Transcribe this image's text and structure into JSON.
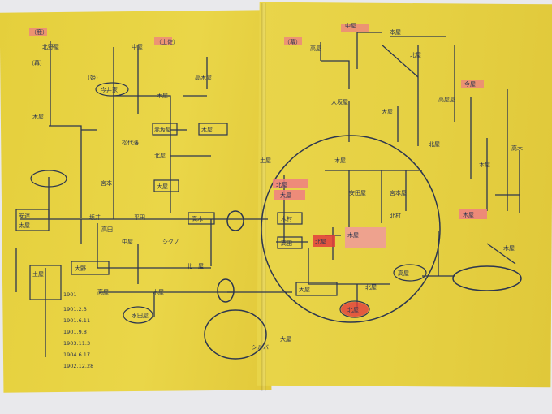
{
  "colors": {
    "paper": "#e8d34a",
    "ink": "#2c3650",
    "pink": "#ef8b8f",
    "red": "#e23d3d"
  },
  "labels": {
    "l1": "（鹿）",
    "l2": "北野屋",
    "l3": "（土佐）",
    "l4": "（幕）",
    "l5": "（姫）",
    "l6": "中屋",
    "l7": "（幕）",
    "l8": "今井家",
    "l9": "高木屋",
    "l10": "木屋",
    "l11": "木屋",
    "l12": "松代藩",
    "l13": "赤坂屋",
    "l14": "木屋",
    "l15": "北屋",
    "l16": "宮本",
    "l17": "大屋",
    "l18": "安達",
    "l19": "太屋",
    "l20": "坂井",
    "l21": "平田",
    "l22": "高木",
    "l23": "高田",
    "l24": "中屋",
    "l25": "大野",
    "l26": "土屋",
    "l27": "北　屋",
    "l28": "高屋",
    "l29": "木屋",
    "l30": "水田屋",
    "l31": "高屋",
    "l32": "中屋",
    "l33": "本屋",
    "l34": "北屋",
    "l35": "大坂屋",
    "l36": "大屋",
    "l37": "高屋屋",
    "l38": "シグノ",
    "l39": "木屋",
    "l40": "北屋",
    "l41": "大屋",
    "l42": "安田屋",
    "l43": "宮本屋",
    "l44": "木村",
    "l45": "高田",
    "l46": "北屋",
    "l47": "木屋",
    "l48": "大屋",
    "l49": "高屋",
    "l50": "北屋",
    "l51": "木屋",
    "l52": "今屋",
    "l53": "北村",
    "l54": "木屋",
    "l55": "北屋",
    "l56": "土屋",
    "l57": "シルバ",
    "l58": "北屋",
    "l59": "木屋",
    "l60": "高木",
    "l61": "大屋"
  },
  "dates": [
    "1901",
    "1901.2.3",
    "1901.6.11",
    "1901.9.8",
    "1903.11.3",
    "1904.6.17",
    "1902.12.28"
  ]
}
